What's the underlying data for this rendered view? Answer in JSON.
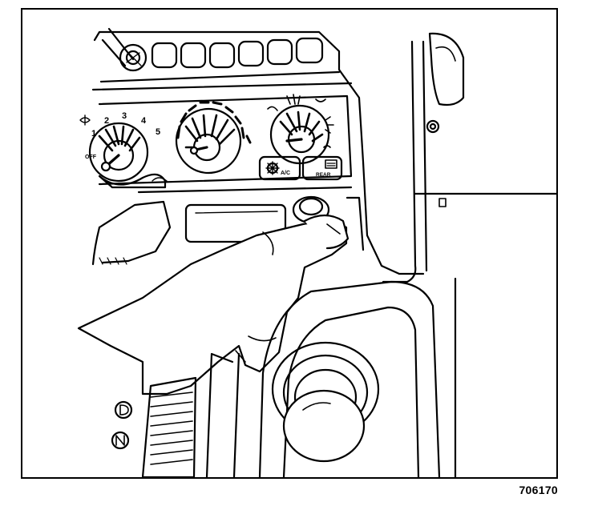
{
  "figure": {
    "number": "706170"
  },
  "dial_labels": {
    "fan_speeds": [
      "1",
      "2",
      "3",
      "4",
      "5"
    ],
    "fan_off": "OFF",
    "ac_button": "A/C",
    "rear_defrost": "REAR"
  }
}
